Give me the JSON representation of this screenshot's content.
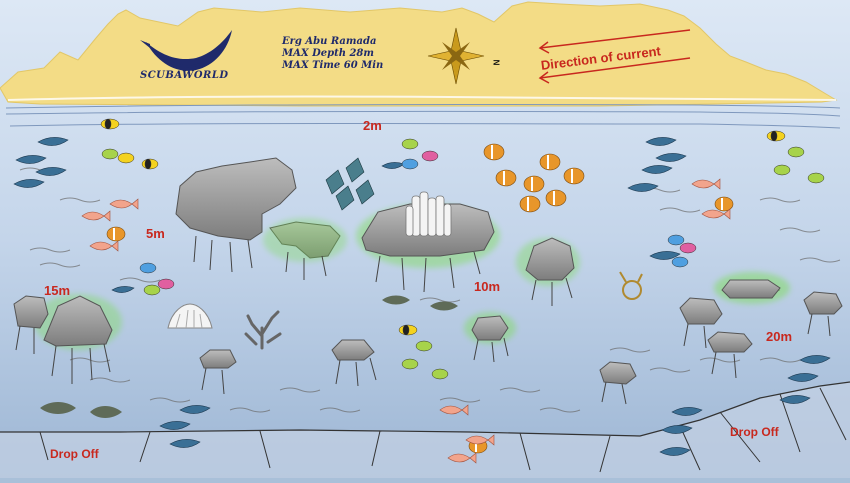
{
  "header": {
    "brand": "SCUBAWORLD",
    "site_name": "Erg Abu Ramada",
    "max_depth": "MAX Depth 28m",
    "max_time": "MAX Time 60 Min",
    "compass_north": "N",
    "current_label": "Direction of current"
  },
  "depth_labels": [
    "2m",
    "5m",
    "15m",
    "10m",
    "20m"
  ],
  "drop_off_labels": [
    "Drop Off",
    "Drop Off"
  ],
  "colors": {
    "sand": "#f3dc86",
    "water_top": "#d9e6f4",
    "water_bottom": "#9fb8d6",
    "label_red": "#c8281e",
    "brand_navy": "#1f2a6b",
    "rock": "#9a9a9a",
    "reef_glow": "#7ddc5a"
  }
}
